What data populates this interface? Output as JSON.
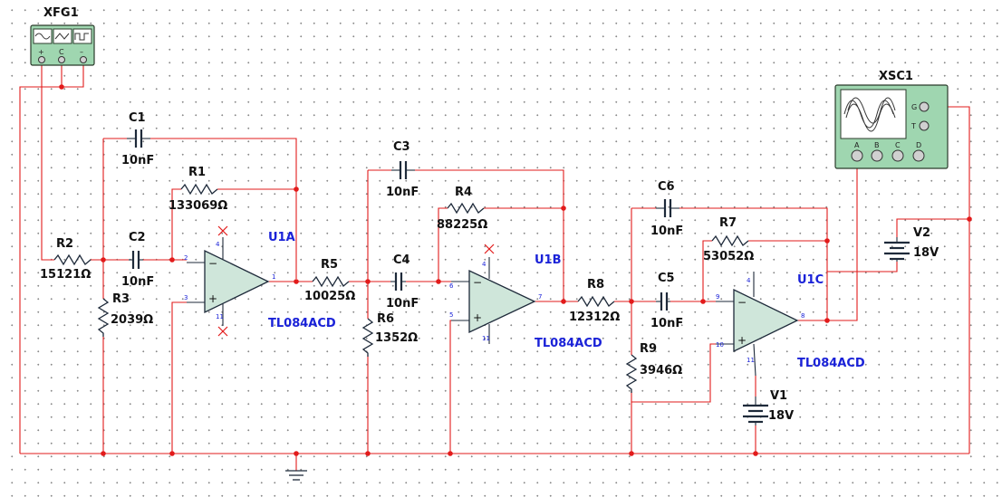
{
  "instruments": {
    "function_generator": {
      "name": "XFG1"
    },
    "oscilloscope": {
      "name": "XSC1",
      "terminals": [
        "A",
        "B",
        "C",
        "D"
      ],
      "side_terminals": [
        "G",
        "T"
      ]
    }
  },
  "opamps": [
    {
      "ref": "U1A",
      "model": "TL084ACD"
    },
    {
      "ref": "U1B",
      "model": "TL084ACD"
    },
    {
      "ref": "U1C",
      "model": "TL084ACD"
    }
  ],
  "resistors": [
    {
      "ref": "R1",
      "value": "133069Ω"
    },
    {
      "ref": "R2",
      "value": "15121Ω"
    },
    {
      "ref": "R3",
      "value": "2039Ω"
    },
    {
      "ref": "R4",
      "value": "88225Ω"
    },
    {
      "ref": "R5",
      "value": "10025Ω"
    },
    {
      "ref": "R6",
      "value": "1352Ω"
    },
    {
      "ref": "R7",
      "value": "53052Ω"
    },
    {
      "ref": "R8",
      "value": "12312Ω"
    },
    {
      "ref": "R9",
      "value": "3946Ω"
    }
  ],
  "capacitors": [
    {
      "ref": "C1",
      "value": "10nF"
    },
    {
      "ref": "C2",
      "value": "10nF"
    },
    {
      "ref": "C3",
      "value": "10nF"
    },
    {
      "ref": "C4",
      "value": "10nF"
    },
    {
      "ref": "C5",
      "value": "10nF"
    },
    {
      "ref": "C6",
      "value": "10nF"
    }
  ],
  "sources": [
    {
      "ref": "V1",
      "value": "18V"
    },
    {
      "ref": "V2",
      "value": "18V"
    }
  ],
  "pins": {
    "u1a": {
      "inv": "2",
      "noninv": "3",
      "out": "1",
      "vp": "4",
      "vn": "11"
    },
    "u1b": {
      "inv": "6",
      "noninv": "5",
      "out": "7",
      "vp": "4",
      "vn": "11"
    },
    "u1c": {
      "inv": "9",
      "noninv": "10",
      "out": "8",
      "vp": "4",
      "vn": "11"
    }
  },
  "colors": {
    "wire": "#e21b1b",
    "label_blue": "#1a22d8",
    "component": "#1e2a3a",
    "instrument": "#9fd6b0"
  }
}
